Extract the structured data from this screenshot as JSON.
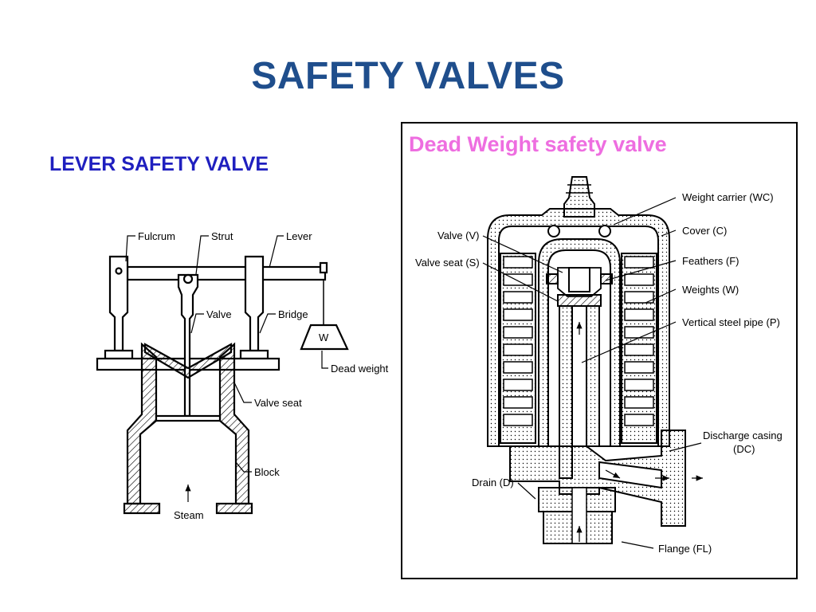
{
  "slide": {
    "title": "SAFETY VALVES",
    "left_heading": "LEVER SAFETY VALVE",
    "right_heading": "Dead Weight safety valve"
  },
  "colors": {
    "title": "#1f4e8c",
    "left_heading": "#1f1fbf",
    "right_heading": "#ee6ee0"
  },
  "lever_diagram": {
    "labels": {
      "fulcrum": "Fulcrum",
      "strut": "Strut",
      "lever": "Lever",
      "valve": "Valve",
      "bridge": "Bridge",
      "weight": "W",
      "dead_weight": "Dead weight",
      "valve_seat": "Valve seat",
      "block": "Block",
      "steam": "Steam"
    }
  },
  "dead_weight_diagram": {
    "labels": {
      "weight_carrier": "Weight carrier (WC)",
      "cover": "Cover (C)",
      "valve": "Valve (V)",
      "valve_seat": "Valve seat (S)",
      "feathers": "Feathers (F)",
      "weights": "Weights (W)",
      "steel_pipe": "Vertical steel pipe (P)",
      "discharge_casing": "Discharge casing",
      "discharge_casing_abbr": "(DC)",
      "drain": "Drain (D)",
      "flange": "Flange (FL)"
    }
  }
}
